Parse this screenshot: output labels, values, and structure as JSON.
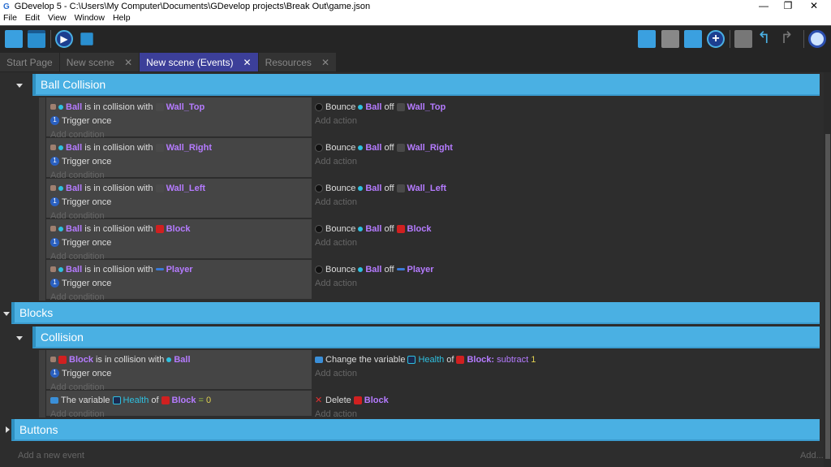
{
  "window": {
    "title": "GDevelop 5 - C:\\Users\\My Computer\\Documents\\GDevelop projects\\Break Out\\game.json",
    "minimize": "—",
    "maximize": "❐",
    "close": "✕"
  },
  "menu": [
    "File",
    "Edit",
    "View",
    "Window",
    "Help"
  ],
  "tabs": [
    {
      "label": "Start Page",
      "close": ""
    },
    {
      "label": "New scene",
      "close": "✕"
    },
    {
      "label": "New scene (Events)",
      "close": "✕",
      "active": true
    },
    {
      "label": "Resources",
      "close": "✕"
    }
  ],
  "toolbar_left": [
    "project-manager-icon",
    "scene-editor-icon",
    "preview-play-icon",
    "debugger-icon"
  ],
  "toolbar_right": [
    "add-event-icon",
    "add-sub-event-icon",
    "add-comment-icon",
    "add-other-icon",
    "delete-selected-icon",
    "undo-icon",
    "redo-icon",
    "search-icon"
  ],
  "colors": {
    "group": "#4ab0e3",
    "active_tab": "#3c3f99",
    "object": "#b57bff",
    "variable": "#2fc0e0",
    "number": "#e0d050"
  },
  "groups": {
    "ball_collision": "Ball Collision",
    "blocks": "Blocks",
    "collision": "Collision",
    "buttons": "Buttons"
  },
  "add_condition": "Add condition",
  "add_action": "Add action",
  "events": [
    {
      "conditions": [
        [
          [
            "i",
            "coll"
          ],
          [
            "i",
            "ball"
          ],
          [
            "obj",
            "Ball"
          ],
          [
            "t",
            "is in collision with"
          ],
          [
            "i",
            "wall"
          ],
          [
            "obj",
            "Wall_Top"
          ]
        ],
        [
          [
            "i",
            "once"
          ],
          [
            "t",
            "Trigger once"
          ]
        ]
      ],
      "actions": [
        [
          [
            "i",
            "bounce"
          ],
          [
            "t",
            "Bounce"
          ],
          [
            "i",
            "ball"
          ],
          [
            "obj",
            "Ball"
          ],
          [
            "t",
            "off"
          ],
          [
            "i",
            "wall"
          ],
          [
            "obj",
            "Wall_Top"
          ]
        ]
      ]
    },
    {
      "conditions": [
        [
          [
            "i",
            "coll"
          ],
          [
            "i",
            "ball"
          ],
          [
            "obj",
            "Ball"
          ],
          [
            "t",
            "is in collision with"
          ],
          [
            "i",
            "wall"
          ],
          [
            "obj",
            "Wall_Right"
          ]
        ],
        [
          [
            "i",
            "once"
          ],
          [
            "t",
            "Trigger once"
          ]
        ]
      ],
      "actions": [
        [
          [
            "i",
            "bounce"
          ],
          [
            "t",
            "Bounce"
          ],
          [
            "i",
            "ball"
          ],
          [
            "obj",
            "Ball"
          ],
          [
            "t",
            "off"
          ],
          [
            "i",
            "wall"
          ],
          [
            "obj",
            "Wall_Right"
          ]
        ]
      ]
    },
    {
      "conditions": [
        [
          [
            "i",
            "coll"
          ],
          [
            "i",
            "ball"
          ],
          [
            "obj",
            "Ball"
          ],
          [
            "t",
            "is in collision with"
          ],
          [
            "i",
            "wall"
          ],
          [
            "obj",
            "Wall_Left"
          ]
        ],
        [
          [
            "i",
            "once"
          ],
          [
            "t",
            "Trigger once"
          ]
        ]
      ],
      "actions": [
        [
          [
            "i",
            "bounce"
          ],
          [
            "t",
            "Bounce"
          ],
          [
            "i",
            "ball"
          ],
          [
            "obj",
            "Ball"
          ],
          [
            "t",
            "off"
          ],
          [
            "i",
            "wall"
          ],
          [
            "obj",
            "Wall_Left"
          ]
        ]
      ]
    },
    {
      "conditions": [
        [
          [
            "i",
            "coll"
          ],
          [
            "i",
            "ball"
          ],
          [
            "obj",
            "Ball"
          ],
          [
            "t",
            "is in collision with"
          ],
          [
            "i",
            "block"
          ],
          [
            "obj",
            "Block"
          ]
        ],
        [
          [
            "i",
            "once"
          ],
          [
            "t",
            "Trigger once"
          ]
        ]
      ],
      "actions": [
        [
          [
            "i",
            "bounce"
          ],
          [
            "t",
            "Bounce"
          ],
          [
            "i",
            "ball"
          ],
          [
            "obj",
            "Ball"
          ],
          [
            "t",
            "off"
          ],
          [
            "i",
            "block"
          ],
          [
            "obj",
            "Block"
          ]
        ]
      ]
    },
    {
      "conditions": [
        [
          [
            "i",
            "coll"
          ],
          [
            "i",
            "ball"
          ],
          [
            "obj",
            "Ball"
          ],
          [
            "t",
            "is in collision with"
          ],
          [
            "i",
            "player"
          ],
          [
            "obj",
            "Player"
          ]
        ],
        [
          [
            "i",
            "once"
          ],
          [
            "t",
            "Trigger once"
          ]
        ]
      ],
      "actions": [
        [
          [
            "i",
            "bounce"
          ],
          [
            "t",
            "Bounce"
          ],
          [
            "i",
            "ball"
          ],
          [
            "obj",
            "Ball"
          ],
          [
            "t",
            "off"
          ],
          [
            "i",
            "player"
          ],
          [
            "obj",
            "Player"
          ]
        ]
      ]
    },
    {
      "conditions": [
        [
          [
            "i",
            "coll"
          ],
          [
            "i",
            "block"
          ],
          [
            "obj",
            "Block"
          ],
          [
            "t",
            "is in collision with"
          ],
          [
            "i",
            "ball"
          ],
          [
            "obj",
            "Ball"
          ]
        ],
        [
          [
            "i",
            "once"
          ],
          [
            "t",
            "Trigger once"
          ]
        ]
      ],
      "actions": [
        [
          [
            "i",
            "varc"
          ],
          [
            "t",
            "Change the variable"
          ],
          [
            "i",
            "varic"
          ],
          [
            "var",
            "Health"
          ],
          [
            "t",
            "of"
          ],
          [
            "i",
            "block"
          ],
          [
            "obj",
            "Block:"
          ],
          [
            "objn",
            "subtract"
          ],
          [
            "num",
            "1"
          ]
        ]
      ]
    },
    {
      "conditions": [
        [
          [
            "i",
            "varc"
          ],
          [
            "t",
            "The variable"
          ],
          [
            "i",
            "varic"
          ],
          [
            "var",
            "Health"
          ],
          [
            "t",
            "of"
          ],
          [
            "i",
            "block"
          ],
          [
            "obj",
            "Block"
          ],
          [
            "op",
            "="
          ],
          [
            "num",
            "0"
          ]
        ]
      ],
      "actions": [
        [
          [
            "i",
            "delete"
          ],
          [
            "t",
            "Delete"
          ],
          [
            "i",
            "block"
          ],
          [
            "obj",
            "Block"
          ]
        ]
      ]
    }
  ],
  "footer": {
    "add_event": "Add a new event",
    "add": "Add..."
  }
}
